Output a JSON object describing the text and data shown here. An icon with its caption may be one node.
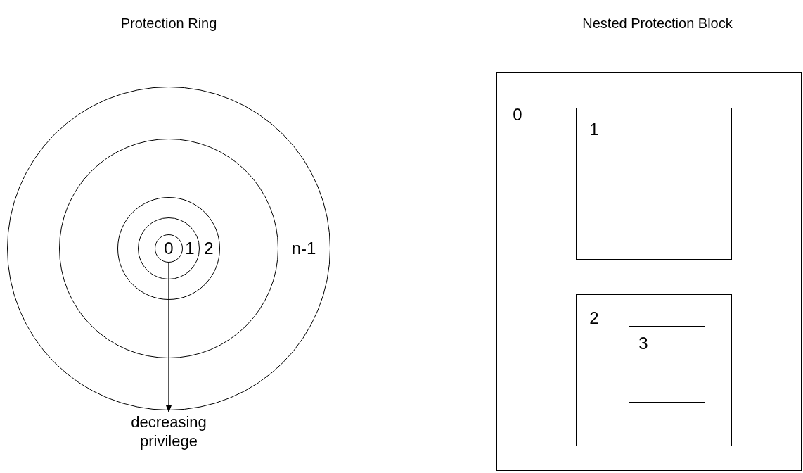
{
  "diagram": {
    "nodes": [
      {
        "text": [
          "n-1"
        ]
      },
      {
        "text": [],
        "shape": "circle",
        "in": 0
      },
      {
        "text": [
          "2"
        ],
        "in": 1
      },
      {
        "text": [
          "1"
        ],
        "in": 2
      },
      {
        "text": [
          "0"
        ],
        "in": 3
      },
      {
        "text": [
          "decreasing privilege"
        ]
      },
      {
        "text": [
          "0"
        ]
      },
      {
        "text": [
          "1"
        ],
        "in": 6
      },
      {
        "text": [
          "2"
        ],
        "in": 6
      },
      {
        "text": [
          "3"
        ],
        "in": 8
      }
    ],
    "edges": [
      {
        "from": 4,
        "to": 5,
        "arrow": "to"
      }
    ],
    "labels": [
      "Protection Ring",
      "Nested Protection Block"
    ]
  }
}
